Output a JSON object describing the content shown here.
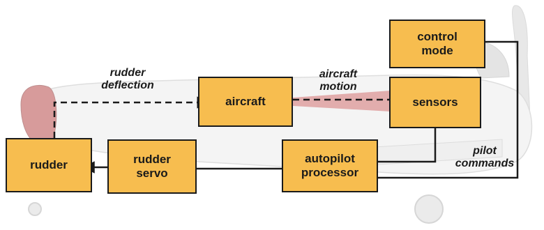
{
  "colors": {
    "box_fill": "#f7bd4f",
    "box_border": "#1a1a1a",
    "line": "#1a1a1a",
    "background": "#ffffff"
  },
  "background_image": "aircraft-illustration",
  "boxes": {
    "control_mode": "control\nmode",
    "aircraft": "aircraft",
    "sensors": "sensors",
    "autopilot": "autopilot\nprocessor",
    "rudder_servo": "rudder\nservo",
    "rudder": "rudder"
  },
  "labels": {
    "rudder_deflection": "rudder\ndeflection",
    "aircraft_motion": "aircraft\nmotion",
    "pilot_commands": "pilot\ncommands"
  },
  "connections": [
    {
      "from": "rudder",
      "to": "aircraft",
      "style": "dashed",
      "label": "rudder deflection"
    },
    {
      "from": "aircraft",
      "to": "sensors",
      "style": "dashed",
      "label": "aircraft motion"
    },
    {
      "from": "sensors",
      "to": "autopilot processor",
      "style": "solid"
    },
    {
      "from": "control mode",
      "to": "autopilot processor",
      "style": "solid",
      "label": "pilot commands"
    },
    {
      "from": "autopilot processor",
      "to": "rudder servo",
      "style": "solid"
    },
    {
      "from": "rudder servo",
      "to": "rudder",
      "style": "solid"
    }
  ]
}
